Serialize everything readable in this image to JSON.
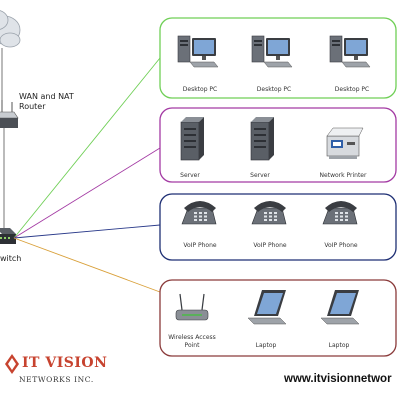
{
  "diagram": {
    "wan_router_label_line1": "WAN and NAT",
    "wan_router_label_line2": "Router",
    "switch_label": "witch",
    "groups": [
      {
        "name": "desktops",
        "color": "#6fcf56",
        "devices": [
          "Desktop PC",
          "Desktop PC",
          "Desktop PC"
        ]
      },
      {
        "name": "servers",
        "color": "#a33aa3",
        "devices": [
          "Server",
          "Server",
          "Network Printer"
        ]
      },
      {
        "name": "phones",
        "color": "#1e2f74",
        "devices": [
          "VoIP Phone",
          "VoIP Phone",
          "VoIP Phone"
        ]
      },
      {
        "name": "wireless",
        "color": "#8a3a3a",
        "devices": [
          "Wireless Access Point",
          "Laptop",
          "Laptop"
        ]
      }
    ],
    "link_colors": {
      "desktops": "#6fcf56",
      "servers": "#a33aa3",
      "phones": "#2a3a8a",
      "wireless": "#d9a03a"
    }
  },
  "brand": {
    "title": "IT VISION",
    "subtitle": "NETWORKS INC.",
    "url": "www.itvisionnetwor",
    "accent": "#c7432f"
  }
}
